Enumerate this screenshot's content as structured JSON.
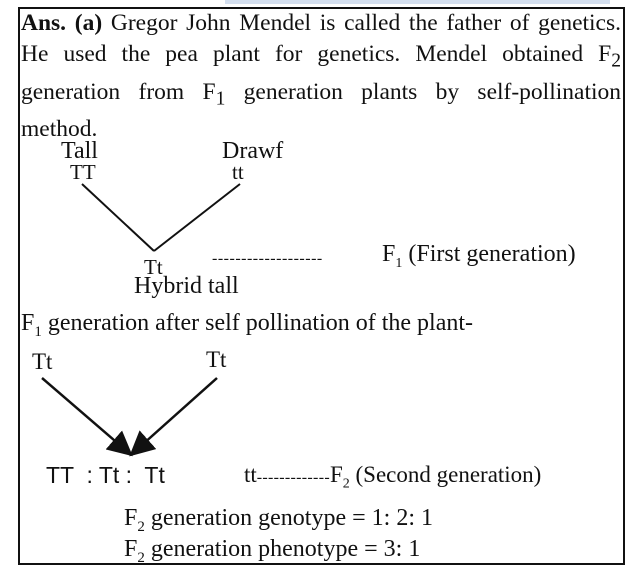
{
  "answer": {
    "label": "Ans. (a)",
    "text_1": "Gregor John Mendel is called the father of genetics. He used the pea plant for genetics. Mendel obtained F",
    "sub_1": "2",
    "text_2": " generation from F",
    "sub_2": "1",
    "text_3": " generation plants by self-pollination method."
  },
  "cross1": {
    "parent_left_label": "Tall",
    "parent_left_genotype": "TT",
    "parent_right_label": "Drawf",
    "parent_right_genotype": "tt",
    "offspring_genotype": "Tt",
    "offspring_label": "Hybrid tall",
    "dashes": "-------------------",
    "gen_prefix": "F",
    "gen_sub": "1",
    "gen_text": " (First generation)"
  },
  "cross2": {
    "heading_prefix": "F",
    "heading_sub": "1",
    "heading_text": " generation after self pollination of the plant-",
    "parent_left_genotype": "Tt",
    "parent_right_genotype": "Tt",
    "offspring_line": "TT  : Tt :  Tt",
    "tt_prefix": "tt",
    "dashes": "-------------",
    "gen_prefix": "F",
    "gen_sub": "2",
    "gen_text": " (Second generation)"
  },
  "ratios": {
    "genotype_prefix": "F",
    "genotype_sub": "2",
    "genotype_text": " generation genotype = 1: 2: 1",
    "phenotype_prefix": "F",
    "phenotype_sub": "2",
    "phenotype_text": " generation phenotype = 3: 1"
  }
}
